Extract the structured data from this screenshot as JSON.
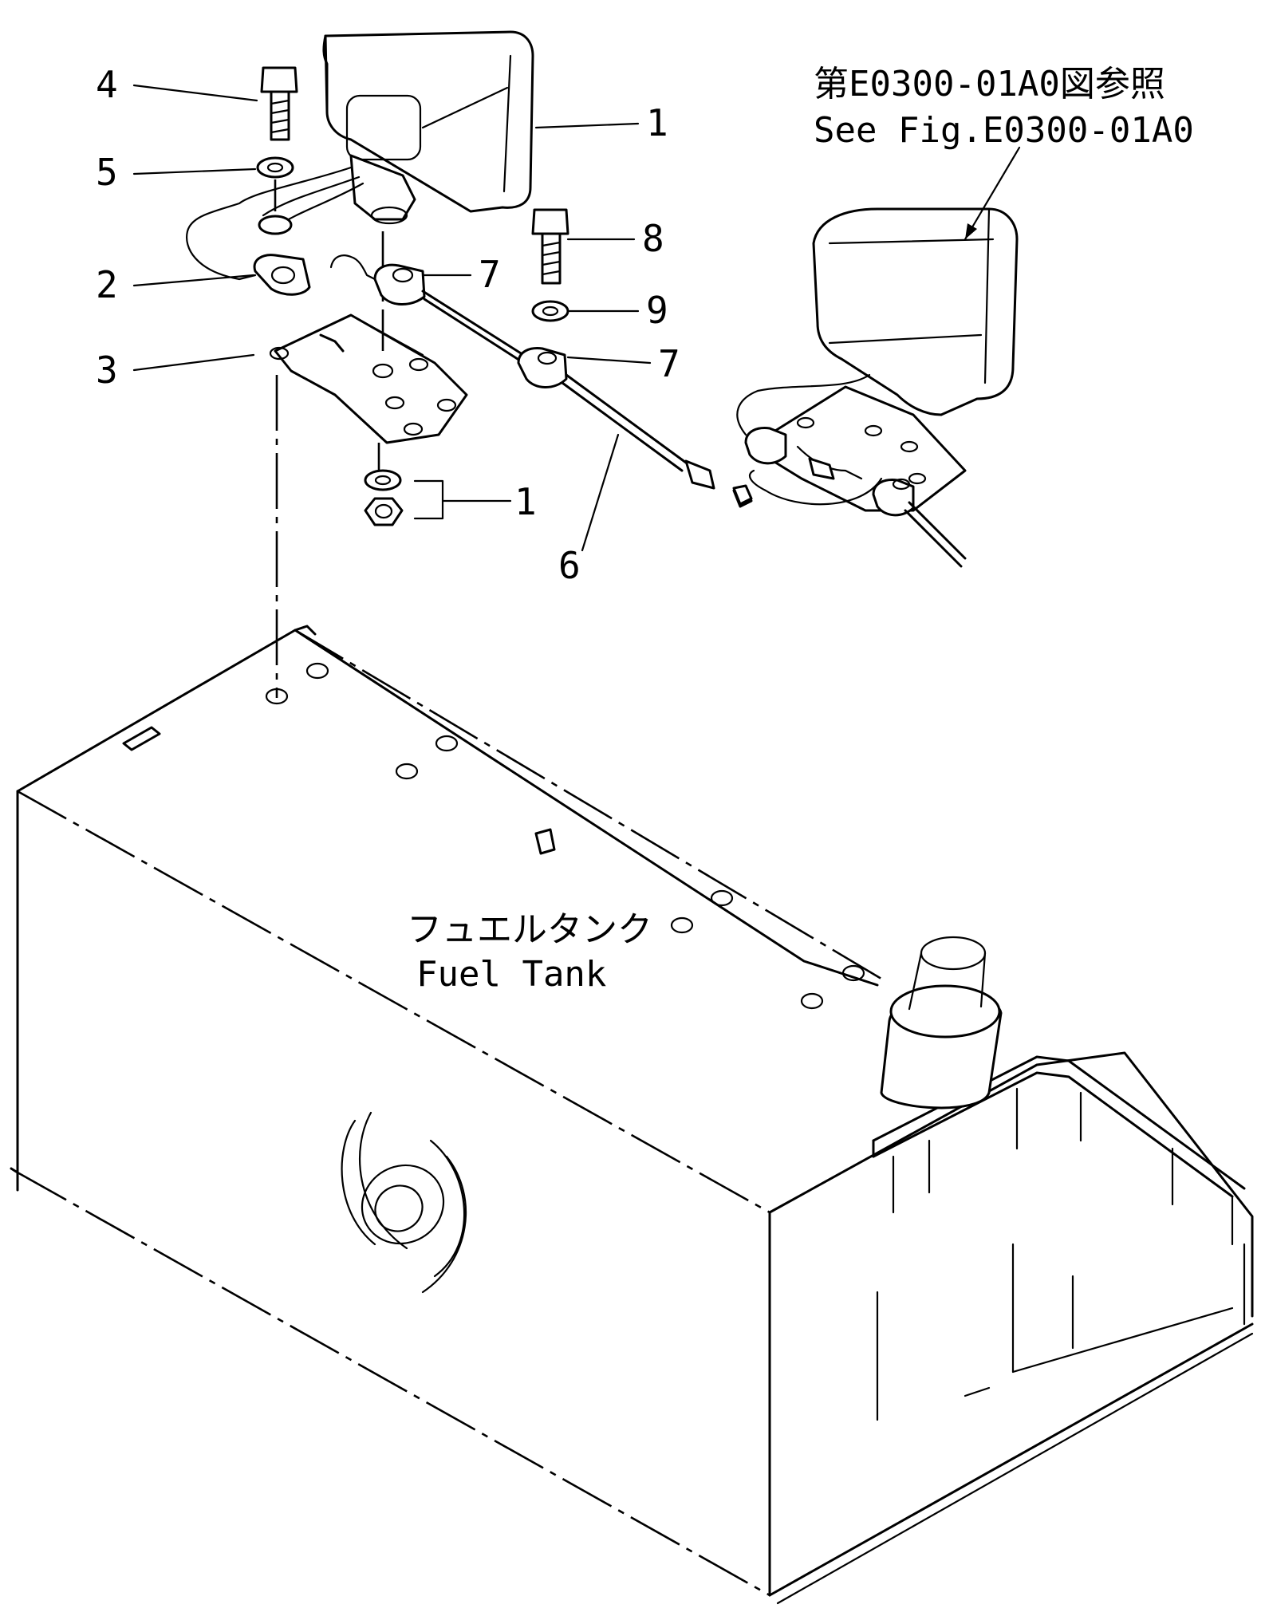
{
  "diagram": {
    "reference": {
      "line_jp": "第E0300-01A0図参照",
      "line_en": "See Fig.E0300-01A0"
    },
    "tank_label": {
      "line_jp": "フュエルタンク",
      "line_en": "Fuel Tank"
    },
    "callouts": [
      "1",
      "2",
      "3",
      "4",
      "5",
      "6",
      "7",
      "7",
      "8",
      "9",
      "1"
    ]
  }
}
